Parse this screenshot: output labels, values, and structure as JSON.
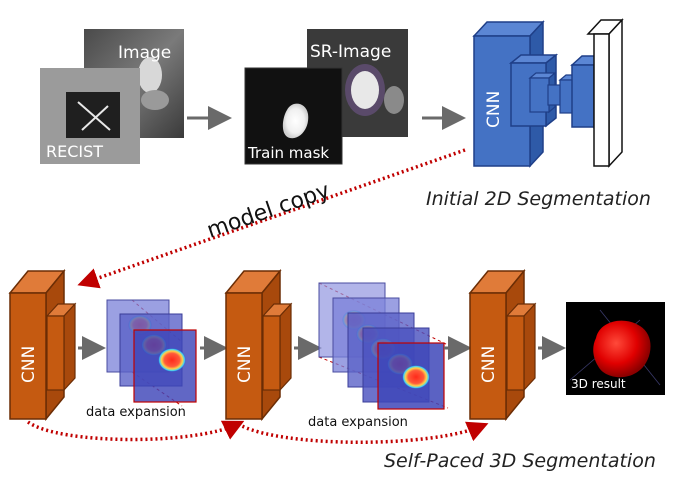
{
  "top_row": {
    "image_label": "Image",
    "recist_label": "RECIST",
    "sr_image_label": "SR-Image",
    "train_mask_label": "Train mask",
    "cnn_label": "CNN",
    "stage_caption": "Initial 2D Segmentation"
  },
  "link": {
    "label": "model copy"
  },
  "bottom_row": {
    "cnn_labels": [
      "CNN",
      "CNN",
      "CNN"
    ],
    "expansion_labels": [
      "data expansion",
      "data expansion"
    ],
    "result_label": "3D result",
    "stage_caption": "Self-Paced 3D Segmentation"
  },
  "colors": {
    "cnn_2d_front": "#4472c4",
    "cnn_2d_edge": "#1f3f88",
    "cnn_3d_front": "#c55a11",
    "cnn_3d_side": "#e07b39",
    "expansion_slice": "#5b63c8",
    "dotted_arrow": "#c00000",
    "arrow_gray": "#6a6a6a",
    "result_red": "#e00000"
  }
}
